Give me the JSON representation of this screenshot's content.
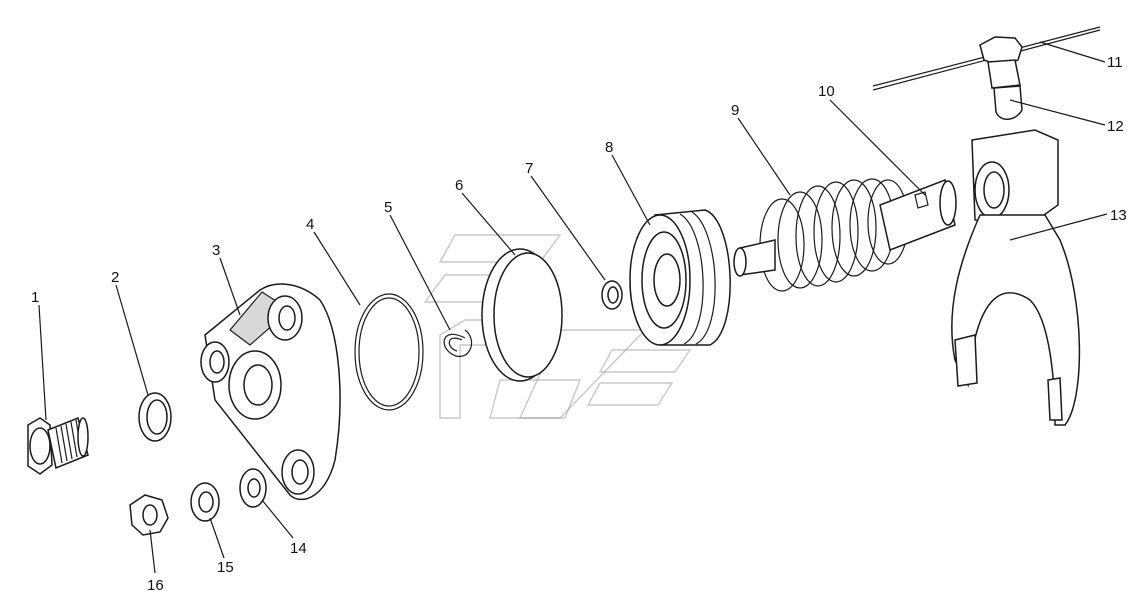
{
  "callouts": [
    {
      "id": "1",
      "label": "1"
    },
    {
      "id": "2",
      "label": "2"
    },
    {
      "id": "3",
      "label": "3"
    },
    {
      "id": "4",
      "label": "4"
    },
    {
      "id": "5",
      "label": "5"
    },
    {
      "id": "6",
      "label": "6"
    },
    {
      "id": "7",
      "label": "7"
    },
    {
      "id": "8",
      "label": "8"
    },
    {
      "id": "9",
      "label": "9"
    },
    {
      "id": "10",
      "label": "10"
    },
    {
      "id": "11",
      "label": "11"
    },
    {
      "id": "12",
      "label": "12"
    },
    {
      "id": "13",
      "label": "13"
    },
    {
      "id": "14",
      "label": "14"
    },
    {
      "id": "15",
      "label": "15"
    },
    {
      "id": "16",
      "label": "16"
    }
  ],
  "style": {
    "line_color": "#1a1a1a",
    "background": "#ffffff"
  }
}
